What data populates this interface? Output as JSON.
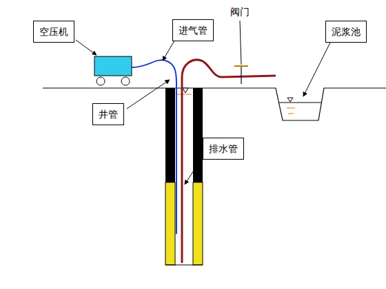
{
  "diagram": {
    "nodes": [
      {
        "text": [
          "空压机"
        ]
      },
      {
        "text": [
          "进气管"
        ]
      },
      {
        "text": [
          "泥浆池"
        ]
      },
      {
        "text": [
          "井管"
        ]
      },
      {
        "text": [
          "排水管"
        ]
      }
    ],
    "labels": [
      "阀门"
    ]
  }
}
